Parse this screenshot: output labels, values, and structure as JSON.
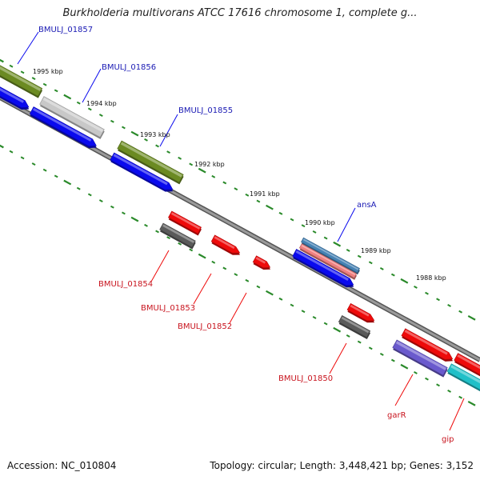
{
  "title": "Burkholderia multivorans ATCC 17616 chromosome 1, complete g...",
  "footer": {
    "accession": "Accession: NC_010804",
    "topology": "Topology: circular; Length: 3,448,421 bp; Genes: 3,152"
  },
  "ticks": [
    "1995 kbp",
    "1994 kbp",
    "1993 kbp",
    "1992 kbp",
    "1991 kbp",
    "1990 kbp",
    "1989 kbp",
    "1988 kbp"
  ],
  "gene_labels": [
    {
      "text": "BMULJ_01857",
      "color": "#1a1ab4"
    },
    {
      "text": "BMULJ_01856",
      "color": "#1a1ab4"
    },
    {
      "text": "BMULJ_01855",
      "color": "#1a1ab4"
    },
    {
      "text": "ansA",
      "color": "#1a1ab4"
    },
    {
      "text": "BMULJ_01854",
      "color": "#c8141e"
    },
    {
      "text": "BMULJ_01853",
      "color": "#c8141e"
    },
    {
      "text": "BMULJ_01852",
      "color": "#c8141e"
    },
    {
      "text": "BMULJ_01850",
      "color": "#c8141e"
    },
    {
      "text": "garR",
      "color": "#c8141e"
    },
    {
      "text": "gip",
      "color": "#c8141e"
    }
  ],
  "colors": {
    "backbone": "#7a7a7a",
    "tick": "#2a8a2a",
    "cds_blue": "#0a0aee",
    "cds_red": "#ee0a0a",
    "cds_olive": "#6b8a22",
    "cds_gray": "#5a5a5a",
    "cds_lightgray": "#c8c8c8",
    "cds_purple": "#6a5acd",
    "cds_cyan": "#20c0c8",
    "cds_steelblue": "#4682b4",
    "cds_pink": "#f08080"
  }
}
